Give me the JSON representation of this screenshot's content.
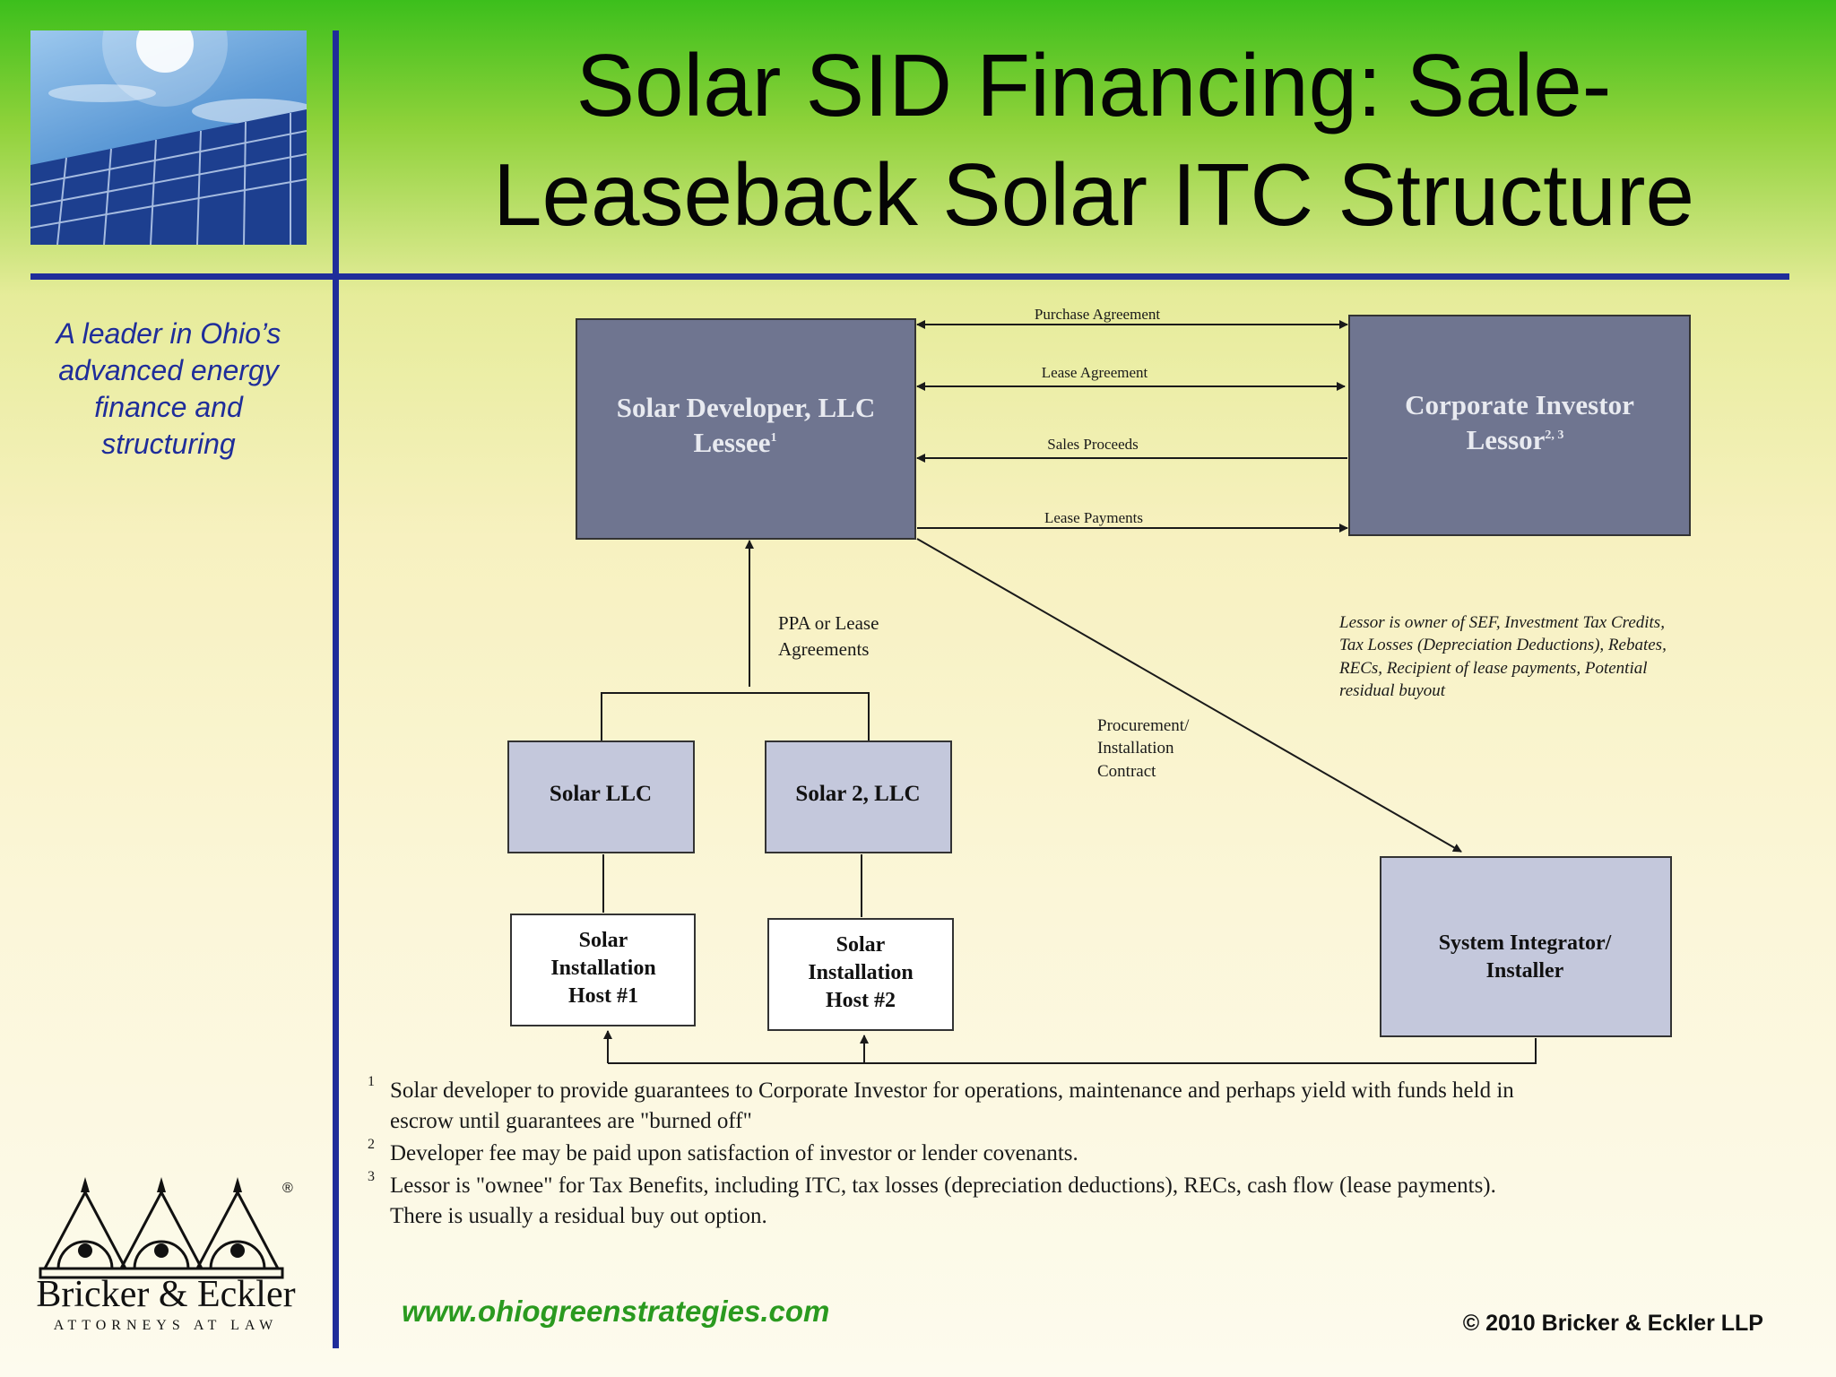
{
  "header": {
    "title_line1": "Solar SID Financing: Sale-",
    "title_line2": "Leaseback Solar ITC Structure"
  },
  "sidebar": {
    "tagline_lines": [
      "A leader in Ohio’s",
      "advanced energy",
      "finance and",
      "structuring"
    ],
    "logo_name": "Bricker & Eckler",
    "logo_sub": "ATTORNEYS AT LAW",
    "logo_mark": "®"
  },
  "diagram": {
    "developer": {
      "line1": "Solar Developer, LLC",
      "line2": "Lessee",
      "sup": "1"
    },
    "investor": {
      "line1": "Corporate Investor",
      "line2": "Lessor",
      "sup": "2, 3"
    },
    "flows": {
      "purchase": "Purchase Agreement",
      "lease": "Lease Agreement",
      "proceeds": "Sales Proceeds",
      "payments": "Lease Payments"
    },
    "ppa_lines": [
      "PPA or Lease",
      "Agreements"
    ],
    "lessor_note_lines": [
      "Lessor is owner of SEF, Investment Tax Credits,",
      "Tax Losses (Depreciation Deductions), Rebates,",
      "RECs, Recipient of lease payments, Potential",
      "residual buyout"
    ],
    "procurement_lines": [
      "Procurement/",
      "Installation",
      "Contract"
    ],
    "solar_llc": "Solar LLC",
    "solar2_llc": "Solar 2, LLC",
    "host1_lines": [
      "Solar",
      "Installation",
      "Host #1"
    ],
    "host2_lines": [
      "Solar",
      "Installation",
      "Host #2"
    ],
    "integrator_lines": [
      "System Integrator/",
      "Installer"
    ]
  },
  "footnotes": [
    {
      "num": "1",
      "lines": [
        "Solar developer to provide guarantees to Corporate Investor for operations, maintenance and perhaps yield with funds held in",
        "escrow until guarantees are \"burned off\""
      ]
    },
    {
      "num": "2",
      "lines": [
        "Developer fee may be paid upon satisfaction of investor or lender covenants."
      ]
    },
    {
      "num": "3",
      "lines": [
        "Lessor is \"ownee\" for Tax Benefits, including ITC, tax losses (depreciation deductions), RECs, cash flow (lease payments).",
        "There is usually a residual buy out option."
      ]
    }
  ],
  "footer": {
    "url": "www.ohiogreenstrategies.com",
    "copyright": "© 2010 Bricker & Eckler LLP"
  },
  "colors": {
    "rule_blue": "#1f2d9a",
    "dark_box": "#6f7590",
    "light_box": "#c4c8dc",
    "url_green": "#2a9a1f"
  }
}
